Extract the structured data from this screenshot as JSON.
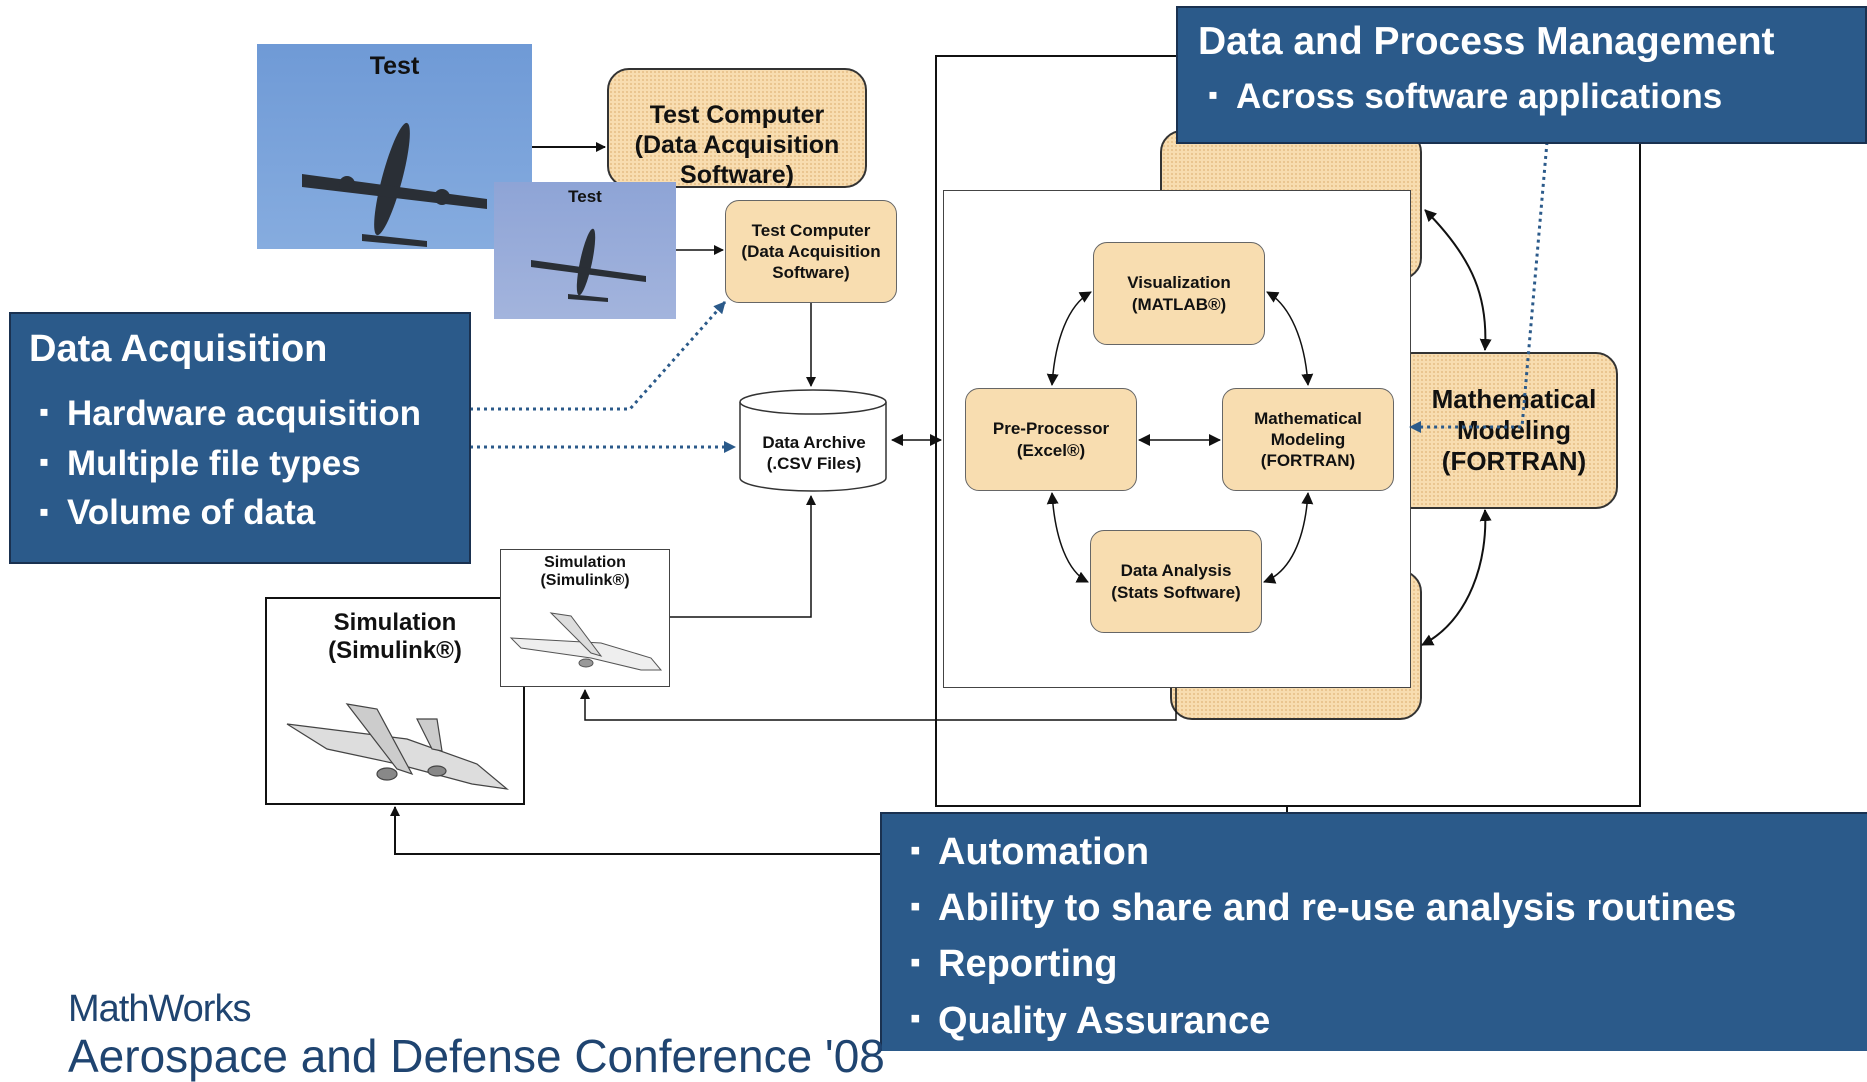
{
  "background_layer": {
    "test_label": "Test",
    "test_computer_label": "Test Computer (Data Acquisition Software)",
    "modeling_label": "Mathematical Modeling (FORTRAN)",
    "simulation_label": "Simulation (Simulink®)"
  },
  "foreground_layer": {
    "test_label": "Test",
    "test_computer_label": "Test Computer (Data Acquisition Software)",
    "data_archive_label": "Data Archive (.CSV Files)",
    "simulation_label": "Simulation (Simulink®)",
    "visualization_label": "Visualization (MATLAB®)",
    "preprocessor_label": "Pre-Processor (Excel®)",
    "modeling_label": "Mathematical Modeling (FORTRAN)",
    "data_analysis_label": "Data Analysis (Stats Software)"
  },
  "callouts": {
    "data_acquisition": {
      "title": "Data Acquisition",
      "items": [
        "Hardware acquisition",
        "Multiple file types",
        "Volume of data"
      ]
    },
    "data_process_management": {
      "title": "Data and Process Management",
      "items": [
        "Across software applications"
      ]
    },
    "benefits": {
      "items": [
        "Automation",
        "Ability to share and re-use analysis routines",
        "Reporting",
        "Quality Assurance"
      ]
    }
  },
  "footer": {
    "brand": "MathWorks",
    "conference_text": "Aerospace and Defense Conference '08"
  },
  "colors": {
    "callout_blue": "#2b5a8a",
    "box_orange": "#f8ddb0",
    "dotted_arrow": "#2b5a8a"
  }
}
